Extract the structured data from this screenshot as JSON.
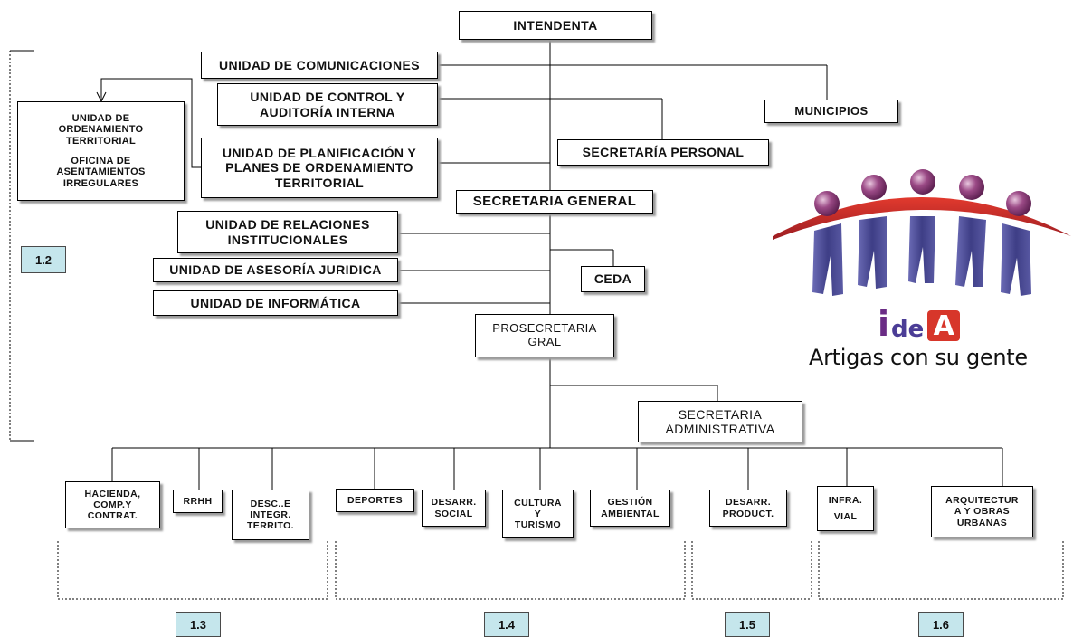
{
  "nodes": {
    "intendenta": [
      "INTENDENTA"
    ],
    "comunicaciones": [
      "UNIDAD DE COMUNICACIONES"
    ],
    "control": [
      "UNIDAD DE CONTROL Y",
      "AUDITORÍA INTERNA"
    ],
    "ordenamiento": [
      "UNIDAD DE",
      "ORDENAMIENTO",
      "TERRITORIAL",
      "OFICINA DE",
      "ASENTAMIENTOS",
      "IRREGULARES"
    ],
    "planificacion": [
      "UNIDAD DE PLANIFICACIÓN Y",
      "PLANES DE ORDENAMIENTO",
      "TERRITORIAL"
    ],
    "municipios": [
      "MUNICIPIOS"
    ],
    "sec_personal": [
      "SECRETARÍA PERSONAL"
    ],
    "sec_general": [
      "SECRETARIA GENERAL"
    ],
    "relaciones": [
      "UNIDAD DE RELACIONES",
      "INSTITUCIONALES"
    ],
    "asesoria": [
      "UNIDAD DE ASESORÍA JURIDICA"
    ],
    "ceda": [
      "CEDA"
    ],
    "informatica": [
      "UNIDAD DE INFORMÁTICA"
    ],
    "prosecretaria": [
      "PROSECRETARIA",
      "GRAL"
    ],
    "sec_admin": [
      "SECRETARIA",
      "ADMINISTRATIVA"
    ],
    "hacienda": [
      "HACIENDA,",
      "COMP.Y",
      "CONTRAT."
    ],
    "rrhh": [
      "RRHH"
    ],
    "desc": [
      "DESC..E",
      "INTEGR.",
      "TERRITO."
    ],
    "deportes": [
      "DEPORTES"
    ],
    "social": [
      "DESARR.",
      "SOCIAL"
    ],
    "cultura": [
      "CULTURA",
      "Y",
      "TURISMO"
    ],
    "ambiental": [
      "GESTIÓN",
      "AMBIENTAL"
    ],
    "productivo": [
      "DESARR.",
      "PRODUCT."
    ],
    "vial": [
      "INFRA.",
      "VIAL"
    ],
    "arquitectura": [
      "ARQUITECTUR",
      "A Y OBRAS",
      "URBANAS"
    ]
  },
  "group_tags": {
    "g12": "1.2",
    "g13": "1.3",
    "g14": "1.4",
    "g15": "1.5",
    "g16": "1.6"
  },
  "logo": {
    "brand_i": "i",
    "brand_de": "de",
    "brand_A": "A",
    "tagline": "Artigas con su gente"
  },
  "colors": {
    "figure_body": "#4f4f92",
    "figure_head": "#8e3a78",
    "arc_red": "#c9262c",
    "brand_red": "#d7362a",
    "tag_fill": "#c5e6ec"
  }
}
